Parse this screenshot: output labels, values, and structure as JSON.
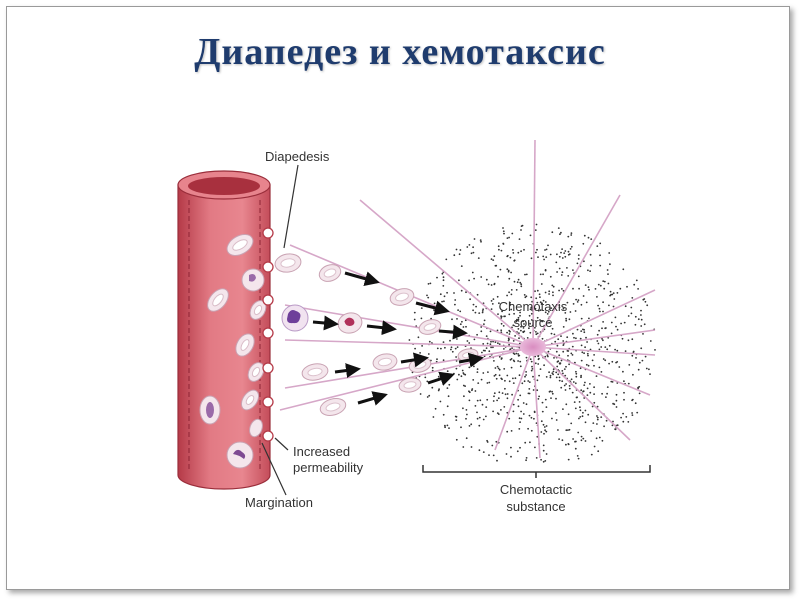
{
  "title": "Диапедез и хемотаксис",
  "labels": {
    "diapedesis": "Diapedesis",
    "chemotaxis_source_line1": "Chemotaxis",
    "chemotaxis_source_line2": "source",
    "increased_permeability_line1": "Increased",
    "increased_permeability_line2": "permeability",
    "margination": "Margination",
    "chemotactic_substance_line1": "Chemotactic",
    "chemotactic_substance_line2": "substance"
  },
  "colors": {
    "title": "#1f3c6e",
    "vessel": "#e0707a",
    "vessel_dark": "#b53a48",
    "source": "#e4a8d2",
    "ray": "#d6a7c8",
    "cell_nucleus": "#9a6aa8"
  }
}
